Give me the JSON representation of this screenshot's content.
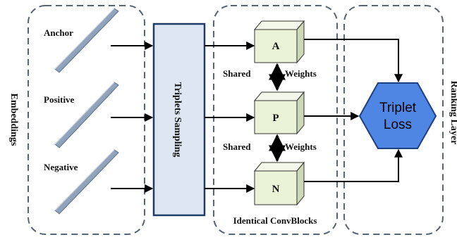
{
  "embeddings_panel": {
    "title": "Embeddings",
    "items": [
      {
        "label": "Anchor"
      },
      {
        "label": "Positive"
      },
      {
        "label": "Negative"
      }
    ]
  },
  "sampling": {
    "label": "Triplets Sampling"
  },
  "conv_panel": {
    "caption": "Identical ConvBlocks",
    "blocks": [
      {
        "label": "A"
      },
      {
        "label": "P"
      },
      {
        "label": "N"
      }
    ],
    "shared_weights": [
      {
        "left": "Shared",
        "right": "Weights"
      },
      {
        "left": "Shared",
        "right": "Weights"
      }
    ]
  },
  "ranking_panel": {
    "title": "Ranking Layer",
    "loss_line1": "Triplet",
    "loss_line2": "Loss"
  },
  "colors": {
    "panel_border": "#5a6472",
    "sampling_fill": "#dde6f1",
    "sampling_border": "#1f3c66",
    "cube_front": "#eaf2d8",
    "cube_top": "#f4f8ea",
    "cube_side": "#cdd8b6",
    "loss_fill": "#4f86e3",
    "loss_border": "#1e3f80",
    "bar_light": "#aebfd3",
    "bar_dark": "#5d7088"
  }
}
